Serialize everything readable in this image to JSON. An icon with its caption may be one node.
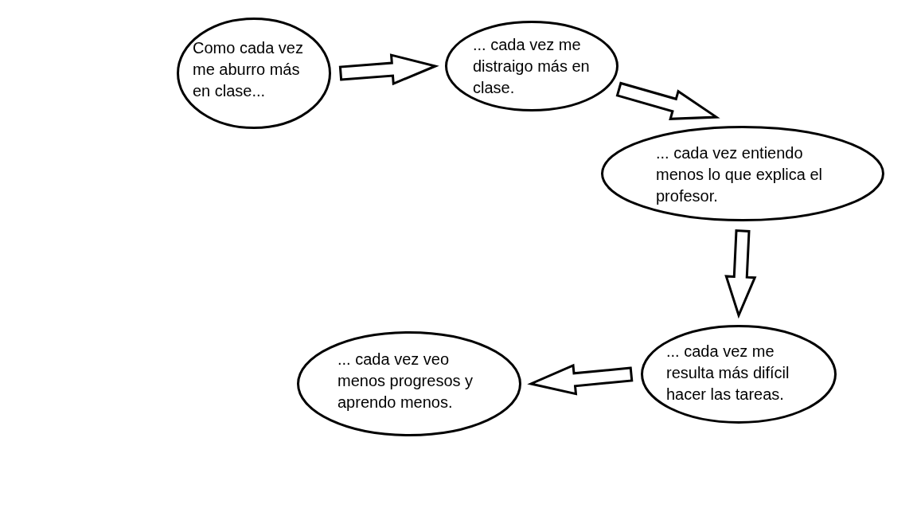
{
  "diagram": {
    "nodes": [
      {
        "text": [
          "Como cada vez me aburro más en clase..."
        ]
      },
      {
        "text": [
          "... cada vez me distraigo más en clase."
        ]
      },
      {
        "text": [
          "... cada vez entiendo menos lo que explica el profesor."
        ]
      },
      {
        "text": [
          "... cada vez me resulta más difícil hacer las tareas."
        ]
      },
      {
        "text": [
          "... cada vez veo menos progresos y aprendo menos."
        ]
      }
    ],
    "edges": [
      {
        "from": 0,
        "to": 1,
        "arrow": "to"
      },
      {
        "from": 1,
        "to": 2,
        "arrow": "to"
      },
      {
        "from": 2,
        "to": 3,
        "arrow": "to"
      },
      {
        "from": 3,
        "to": 4,
        "arrow": "to"
      }
    ]
  }
}
